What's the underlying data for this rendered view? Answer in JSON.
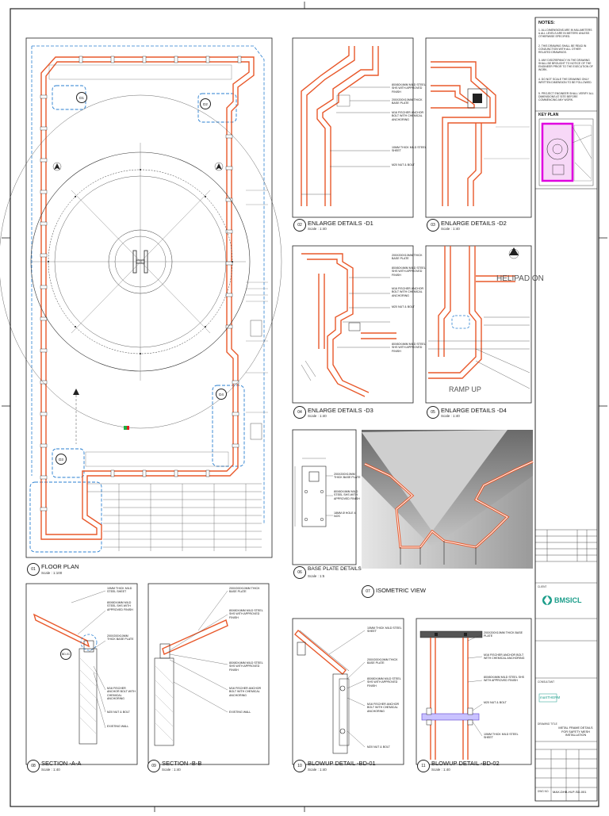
{
  "notes": {
    "heading": "NOTES:",
    "items": [
      "1. ALL DIMENSIONS ARE IN MILLIMETERS & ALL LEVELS ARE IN METERS UNLESS OTHERWISE SPECIFIED.",
      "2. THIS DRAWING SHALL BE READ IN CONJUNCTION WITH ALL OTHER RELATED DRAWINGS.",
      "3. ANY DISCREPANCY IN THE DRAWING SHALL BE BROUGHT TO NOTICE OF THE ENGINEER PRIOR TO THE EXECUTION OF WORK.",
      "4. DO NOT SCALE THE DRAWING ONLY WRITTEN DIMENSION TO BE FOLLOWED.",
      "5. PROJECT ENGINEER SHALL VERIFY ALL DIMENSIONS AT SITE BEFORE COMMENCING ANY WORK."
    ],
    "key_plan": "KEY PLAN"
  },
  "views": {
    "v01": {
      "num": "01",
      "title": "FLOOR PLAN",
      "scale": "Scale : 1:100"
    },
    "v02": {
      "num": "02",
      "title": "ENLARGE DETAILS -D1",
      "scale": "Scale : 1:40"
    },
    "v03": {
      "num": "03",
      "title": "ENLARGE DETAILS -D2",
      "scale": "Scale : 1:40"
    },
    "v04": {
      "num": "04",
      "title": "ENLARGE DETAILS -D3",
      "scale": "Scale : 1:40"
    },
    "v05": {
      "num": "05",
      "title": "ENLARGE DETAILS -D4",
      "scale": "Scale : 1:40"
    },
    "v06": {
      "num": "06",
      "title": "BASE PLATE DETAILS",
      "scale": "Scale : 1:5"
    },
    "v07": {
      "num": "07",
      "title": "ISOMETRIC VIEW",
      "scale": ""
    },
    "v08": {
      "num": "08",
      "title": "SECTION -A-A",
      "scale": "Scale : 1:40"
    },
    "v09": {
      "num": "09",
      "title": "SECTION -B-B",
      "scale": "Scale : 1:40"
    },
    "v10": {
      "num": "10",
      "title": "BLOWUP DETAIL -BD-01",
      "scale": "Scale : 1:40"
    },
    "v11": {
      "num": "11",
      "title": "BLOWUP DETAIL -BD-02",
      "scale": "Scale : 1:40"
    }
  },
  "plan_labels": {
    "d1": "D1",
    "d2": "D2",
    "d3": "D3",
    "d4": "D4",
    "helipad": "HELIPAD ON",
    "ramp": "RAMP UP",
    "bd01": "BD-01"
  },
  "callouts": {
    "ss_tube": "80x80x4mm MILD STEEL SHS WITH APPROVED FINISH",
    "base_plate": "200x200x10mm THICK BASE PLATE",
    "anchor": "M16 FISCHER ANCHOR BOLT WITH CHEMICAL ANCHORING",
    "sheet": "10mm THICK MILD STEEL SHEET",
    "nut": "M20 NUT & BOLT",
    "wall": "EXISTING WALL",
    "holes": "18mm Ø HOLE 4 NOS"
  },
  "title_block": {
    "client_label": "CLIENT",
    "client": "BMSICL",
    "consultant_label": "CONSULTANT",
    "consultant": "maXTHERM",
    "drawing_title_label": "DRAWING TITLE",
    "drawing_title": "METAL FRAME DETAILS FOR SAFETY MESH INSTALLATION",
    "drawing_no_label": "DWG NO.",
    "drawing_no": "MAX-DHB-HLP-SD-001"
  },
  "colors": {
    "frame": "#e8582a",
    "line": "#222222",
    "key_plan": "#e000e0",
    "dash": "#2a7fd0"
  }
}
